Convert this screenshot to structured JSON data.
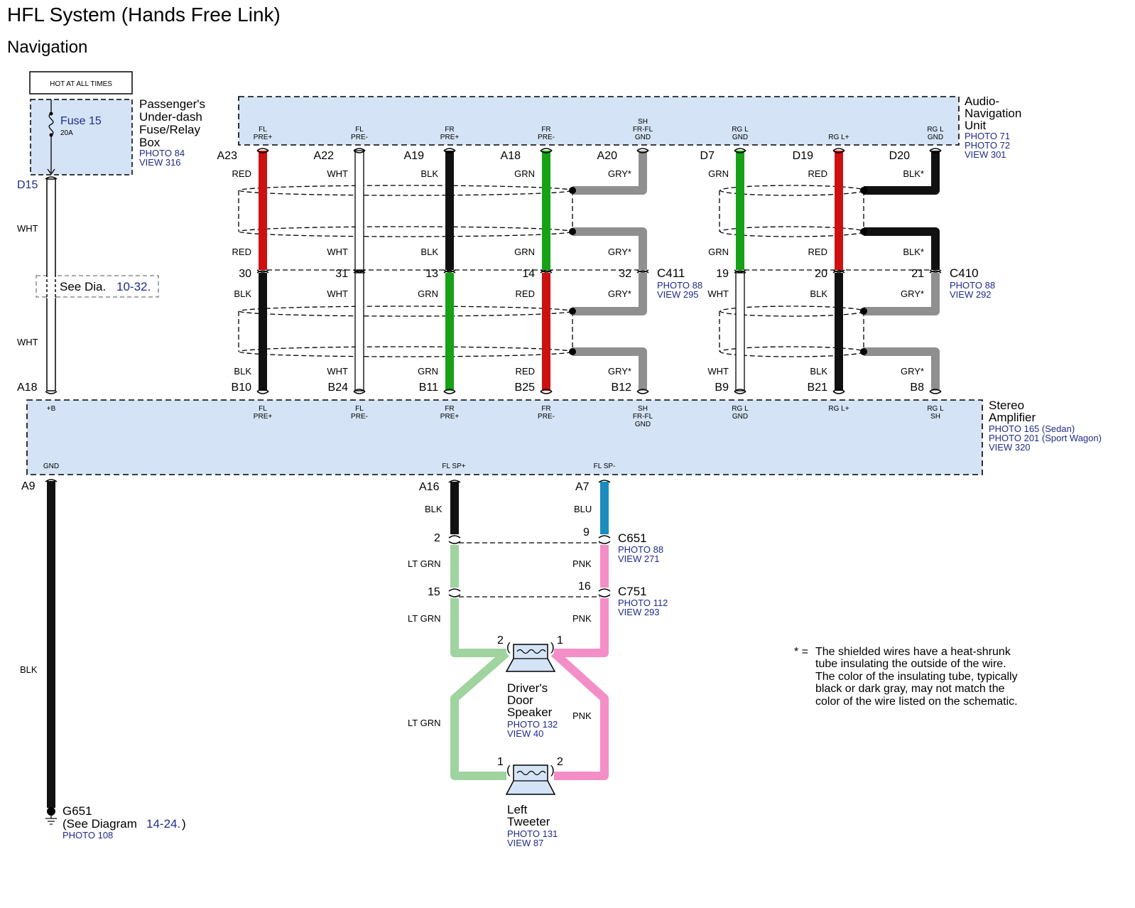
{
  "title": "HFL System (Hands Free Link)",
  "subtitle": "Navigation",
  "colors": {
    "component_fill": "#d4e3f5",
    "RED": "#cc1111",
    "GRN": "#16a116",
    "BLK": "#111111",
    "WHT": "#ffffff",
    "GRY": "#8f8f8f",
    "BLU": "#1a8cbf",
    "PNK": "#f48ec6",
    "LT GRN": "#9fd39f",
    "reference_text": "#1f2b8a"
  },
  "fuse_box": {
    "hot_label": "HOT AT ALL TIMES",
    "fuse_name": "Fuse 15",
    "fuse_rating": "20A",
    "name_lines": [
      "Passenger's",
      "Under-dash",
      "Fuse/Relay",
      "Box"
    ],
    "refs": [
      "PHOTO 84",
      "VIEW 316"
    ],
    "terminal": "D15"
  },
  "see_dia": {
    "prefix": "See Dia.",
    "number": "10-32."
  },
  "power_wire": {
    "color_upper": "WHT",
    "color_lower": "WHT",
    "amp_pin": "A18"
  },
  "audio_nav_unit": {
    "name_lines": [
      "Audio-",
      "Navigation",
      "Unit"
    ],
    "refs": [
      "PHOTO 71",
      "PHOTO 72",
      "VIEW 301"
    ],
    "pins": [
      {
        "term": [
          "FL",
          "PRE+"
        ],
        "pin": "A23"
      },
      {
        "term": [
          "FL",
          "PRE-"
        ],
        "pin": "A22"
      },
      {
        "term": [
          "FR",
          "PRE+"
        ],
        "pin": "A19"
      },
      {
        "term": [
          "FR",
          "PRE-"
        ],
        "pin": "A18"
      },
      {
        "term": [
          "SH",
          "FR-FL",
          "GND"
        ],
        "pin": "A20"
      },
      {
        "term": [
          "RG L",
          "GND"
        ],
        "pin": "D7"
      },
      {
        "term": [
          "RG L+"
        ],
        "pin": "D19"
      },
      {
        "term": [
          "RG L",
          "GND"
        ],
        "pin": "D20"
      }
    ]
  },
  "stereo_amp": {
    "name_lines": [
      "Stereo",
      "Amplifier"
    ],
    "refs": [
      "PHOTO 165 (Sedan)",
      "PHOTO 201 (Sport Wagon)",
      "VIEW 320"
    ],
    "top_terms": [
      [
        "+B"
      ],
      [
        "FL",
        "PRE+"
      ],
      [
        "FL",
        "PRE-"
      ],
      [
        "FR",
        "PRE+"
      ],
      [
        "FR",
        "PRE-"
      ],
      [
        "SH",
        "FR-FL",
        "GND"
      ],
      [
        "RG L",
        "GND"
      ],
      [
        "RG L+"
      ],
      [
        "RG L",
        "SH"
      ]
    ],
    "bottom_terms": [
      "GND",
      "FL SP+",
      "FL SP-"
    ],
    "bottom_pins": [
      "A9",
      "A16",
      "A7"
    ]
  },
  "wires": [
    {
      "top": "RED",
      "upper_bot": "RED",
      "c_pin": "30",
      "lower_top": "BLK",
      "lower_bot": "BLK",
      "amp_pin": "B10"
    },
    {
      "top": "WHT",
      "upper_bot": "WHT",
      "c_pin": "31",
      "lower_top": "WHT",
      "lower_bot": "WHT",
      "amp_pin": "B24"
    },
    {
      "top": "BLK",
      "upper_bot": "BLK",
      "c_pin": "13",
      "lower_top": "GRN",
      "lower_bot": "GRN",
      "amp_pin": "B11"
    },
    {
      "top": "GRN",
      "upper_bot": "GRN",
      "c_pin": "14",
      "lower_top": "RED",
      "lower_bot": "RED",
      "amp_pin": "B25"
    },
    {
      "top": "GRY*",
      "upper_bot": "GRY*",
      "c_pin": "32",
      "lower_top": "GRY*",
      "lower_bot": "GRY*",
      "amp_pin": "B12"
    },
    {
      "top": "GRN",
      "upper_bot": "GRN",
      "c_pin": "19",
      "lower_top": "WHT",
      "lower_bot": "WHT",
      "amp_pin": "B9"
    },
    {
      "top": "RED",
      "upper_bot": "RED",
      "c_pin": "20",
      "lower_top": "BLK",
      "lower_bot": "BLK",
      "amp_pin": "B21"
    },
    {
      "top": "BLK*",
      "upper_bot": "BLK*",
      "c_pin": "21",
      "lower_top": "GRY*",
      "lower_bot": "GRY*",
      "amp_pin": "B8"
    }
  ],
  "connectors": [
    {
      "name": "C411",
      "refs": [
        "PHOTO 88",
        "VIEW 295"
      ]
    },
    {
      "name": "C410",
      "refs": [
        "PHOTO 88",
        "VIEW 292"
      ]
    },
    {
      "name": "C651",
      "refs": [
        "PHOTO 88",
        "VIEW 271"
      ]
    },
    {
      "name": "C751",
      "refs": [
        "PHOTO 112",
        "VIEW 293"
      ]
    }
  ],
  "speaker_wires": {
    "sp_plus_color": "BLK",
    "sp_minus_color": "BLU",
    "c651_pins": [
      "2",
      "9"
    ],
    "c651_lower": [
      "LT GRN",
      "PNK"
    ],
    "c751_pins": [
      "15",
      "16"
    ],
    "c751_lower": [
      "LT GRN",
      "PNK"
    ],
    "split_colors": [
      "LT GRN",
      "PNK"
    ]
  },
  "door_speaker": {
    "name_lines": [
      "Driver's",
      "Door",
      "Speaker"
    ],
    "refs": [
      "PHOTO 132",
      "VIEW 40"
    ],
    "pins": [
      "2",
      "1"
    ]
  },
  "tweeter": {
    "name_lines": [
      "Left",
      "Tweeter"
    ],
    "refs": [
      "PHOTO 131",
      "VIEW 87"
    ],
    "pins": [
      "1",
      "2"
    ]
  },
  "ground": {
    "wire_color": "BLK",
    "name": "G651",
    "see_prefix": "(See Diagram",
    "see_number": "14-24.",
    "see_suffix": ")",
    "ref": "PHOTO 108"
  },
  "footnote": {
    "marker": "* =",
    "lines": [
      "The shielded wires have a heat-shrunk",
      "tube insulating the outside of the wire.",
      "The color of the insulating tube, typically",
      "black or dark gray, may not match the",
      "color of the wire listed on the schematic."
    ]
  }
}
